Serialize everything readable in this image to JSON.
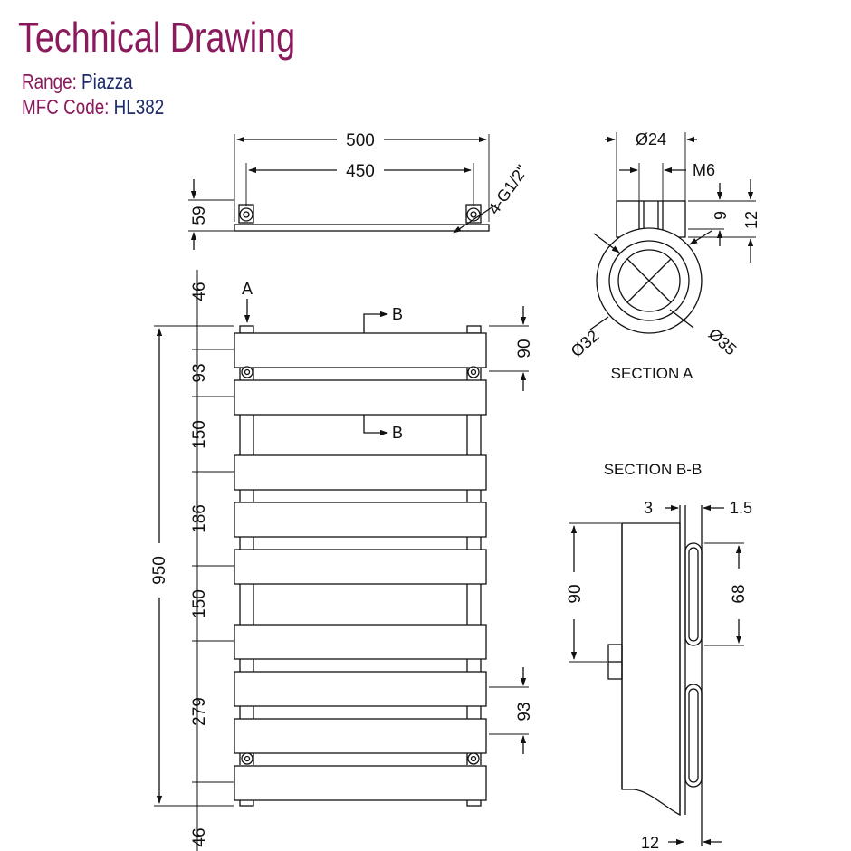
{
  "header": {
    "title": "Technical Drawing",
    "range_label": "Range:",
    "range_value": "Piazza",
    "mfc_label": "MFC Code:",
    "mfc_value": "HL382"
  },
  "colors": {
    "title": "#8a1a5c",
    "value": "#1f2a6b",
    "line": "#111111"
  },
  "top_view": {
    "overall_width": "500",
    "pipe_centres": "450",
    "depth": "59",
    "connections": "4-G1/2\""
  },
  "front_view": {
    "overall_height": "950",
    "left_dims": [
      "46",
      "93",
      "150",
      "186",
      "150",
      "279",
      "46"
    ],
    "bar_height": "90",
    "bar_gap": "93",
    "marker_a": "A",
    "marker_b_top": "B",
    "marker_b_mid": "B"
  },
  "section_a": {
    "label": "SECTION A",
    "outer_dia": "Ø24",
    "thread": "M6",
    "dim_9": "9",
    "dim_12": "12",
    "dia_32": "Ø32",
    "dia_35": "Ø35"
  },
  "section_bb": {
    "label": "SECTION B-B",
    "dim_3": "3",
    "dim_1_5": "1.5",
    "dim_90": "90",
    "dim_68": "68",
    "dim_12": "12"
  }
}
